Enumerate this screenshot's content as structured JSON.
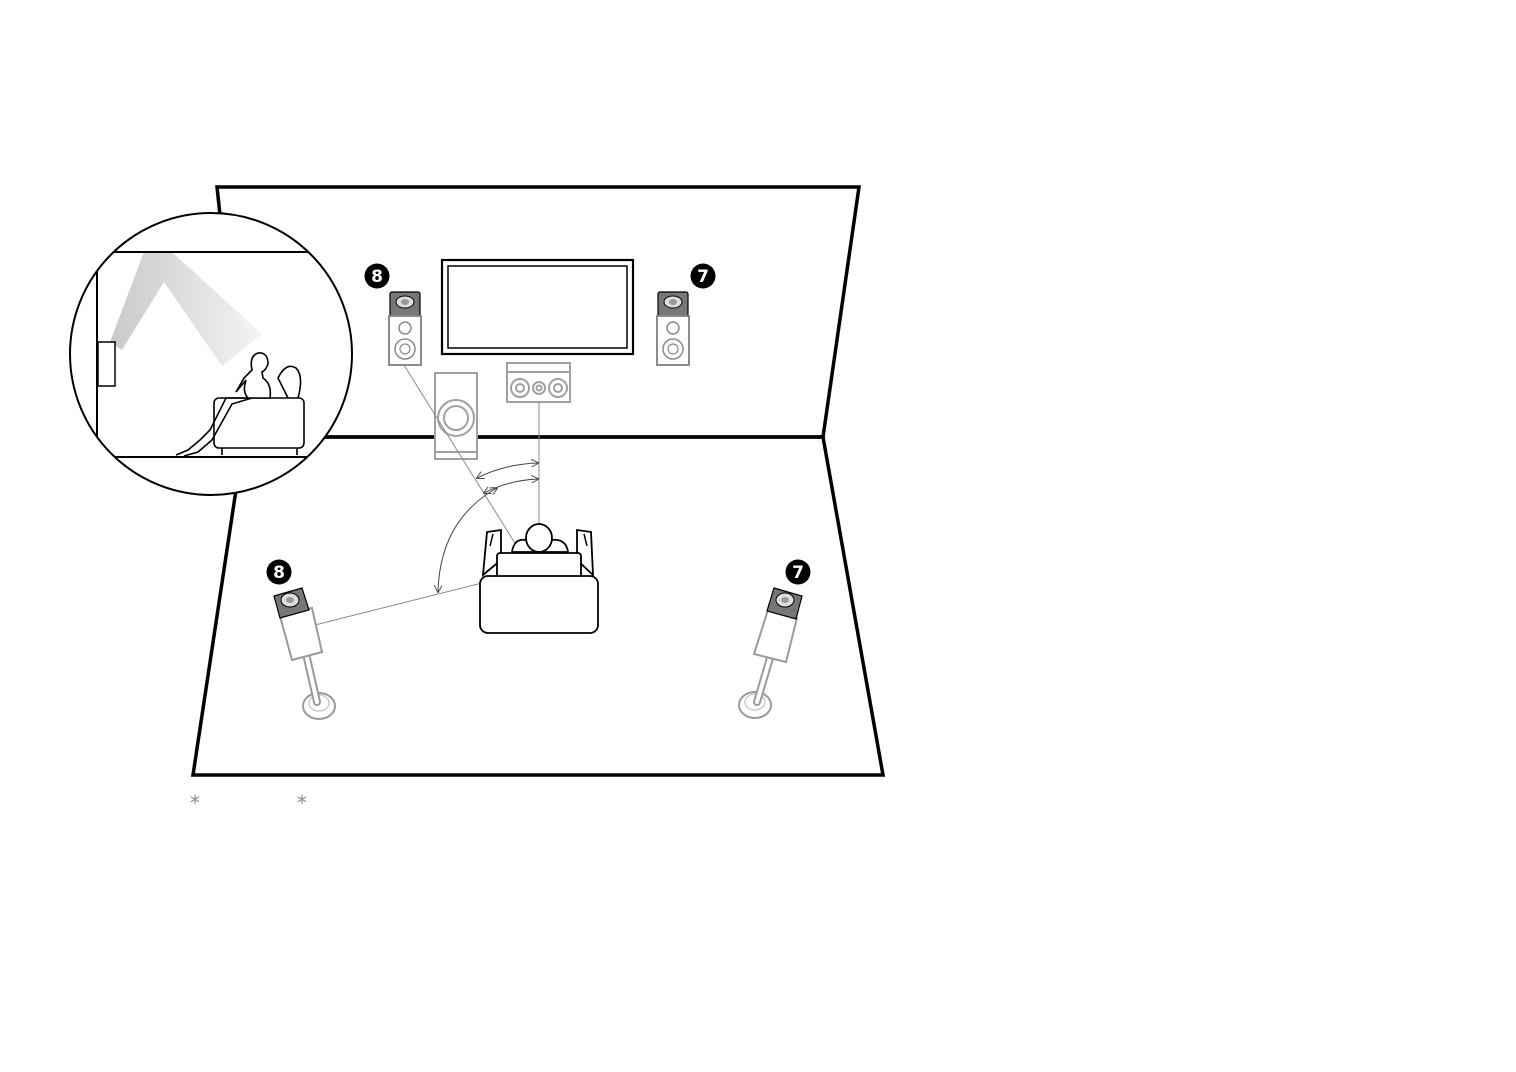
{
  "badges": {
    "front_left_top": "8",
    "front_right_top": "7",
    "surround_left": "8",
    "surround_right": "7"
  },
  "footnote": {
    "mark_1": "*",
    "mark_2": "*"
  },
  "colors": {
    "line": "#000000",
    "speaker_gray": "#9a9a9a",
    "speaker_dark": "#6f6f6f",
    "badge_fill": "#000000",
    "badge_text": "#ffffff"
  },
  "icons": {
    "badge": "circled-number-icon",
    "speaker": "tower-speaker-icon",
    "listener": "listener-on-sofa-icon"
  }
}
